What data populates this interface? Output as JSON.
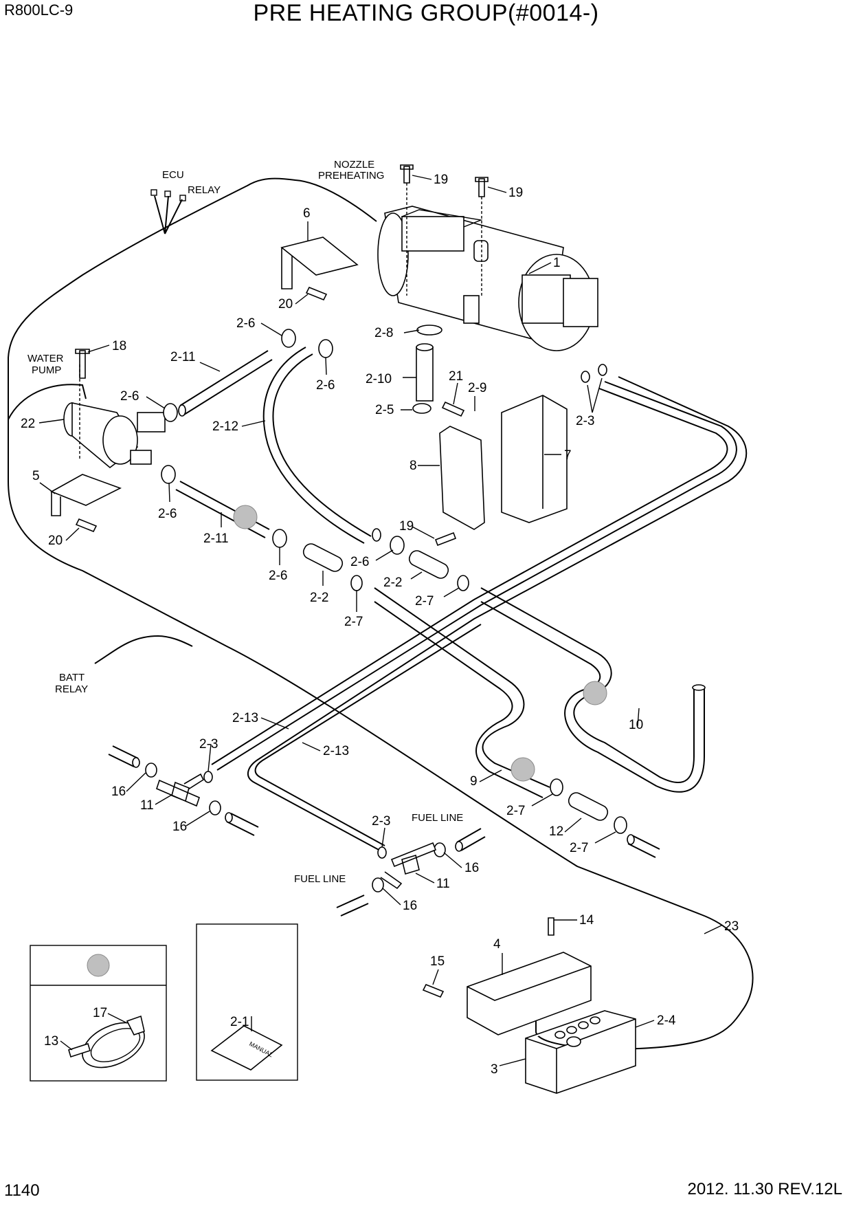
{
  "header": {
    "model": "R800LC-9",
    "title": "PRE HEATING GROUP(#0014-)"
  },
  "footer": {
    "page_number": "1140",
    "revision": "2012. 11.30  REV.12L"
  },
  "annotations": {
    "ecu": "ECU",
    "relay": "RELAY",
    "nozzle_line1": "NOZZLE",
    "nozzle_line2": "PREHEATING",
    "water_line1": "WATER",
    "water_line2": "PUMP",
    "batt_line1": "BATT",
    "batt_line2": "RELAY",
    "fuel_line_a": "FUEL LINE",
    "fuel_line_b": "FUEL LINE"
  },
  "callouts": {
    "c1": "1",
    "c2_1": "2-1",
    "c2_2a": "2-2",
    "c2_2b": "2-2",
    "c2_3a": "2-3",
    "c2_3b": "2-3",
    "c2_3c": "2-3",
    "c2_4": "2-4",
    "c2_5": "2-5",
    "c2_6a": "2-6",
    "c2_6b": "2-6",
    "c2_6c": "2-6",
    "c2_6d": "2-6",
    "c2_6e": "2-6",
    "c2_6f": "2-6",
    "c2_7a": "2-7",
    "c2_7b": "2-7",
    "c2_7c": "2-7",
    "c2_7d": "2-7",
    "c2_8": "2-8",
    "c2_9": "2-9",
    "c2_10": "2-10",
    "c2_11a": "2-11",
    "c2_11b": "2-11",
    "c2_12": "2-12",
    "c2_13a": "2-13",
    "c2_13b": "2-13",
    "c3": "3",
    "c4": "4",
    "c5": "5",
    "c6": "6",
    "c7": "7",
    "c8": "8",
    "c9": "9",
    "c10": "10",
    "c11a": "11",
    "c11b": "11",
    "c12": "12",
    "c13": "13",
    "c14": "14",
    "c15": "15",
    "c16a": "16",
    "c16b": "16",
    "c16c": "16",
    "c16d": "16",
    "c17": "17",
    "c18": "18",
    "c19a": "19",
    "c19b": "19",
    "c19c": "19",
    "c20a": "20",
    "c20b": "20",
    "c21": "21",
    "c22": "22",
    "c23": "23"
  },
  "manual_cover_text": "MANUAL",
  "colors": {
    "line": "#000000",
    "marker": "#bfbfbf"
  }
}
